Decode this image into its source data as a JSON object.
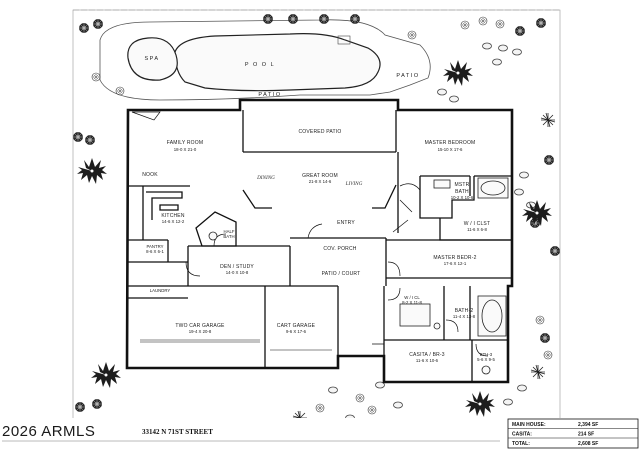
{
  "pool_area": {
    "spa": "SPA",
    "pool": "P O O L",
    "patio_left": "PATIO",
    "patio_right": "PATIO"
  },
  "rooms": {
    "family_room": {
      "name": "FAMILY ROOM",
      "dims": "18-0 X 21-0"
    },
    "covered_patio": {
      "name": "COVERED PATIO"
    },
    "master_bedroom": {
      "name": "MASTER BEDROOM",
      "dims": "15-10 X 17-6"
    },
    "nook": {
      "name": "NOOK"
    },
    "dining": {
      "name": "DINING"
    },
    "great_room": {
      "name": "GREAT ROOM",
      "dims": "21-8 X 14-6"
    },
    "living": {
      "name": "LIVING"
    },
    "mstr_bath": {
      "name": "MSTR",
      "name2": "BATH",
      "dims": "10-2 X 10-6"
    },
    "kitchen": {
      "name": "KITCHEN",
      "dims": "14-6 X 12-2"
    },
    "entry": {
      "name": "ENTRY"
    },
    "wi_clst": {
      "name": "W / I CLST",
      "dims": "11-6 X 6-8"
    },
    "half_bath": {
      "name": "HALF",
      "name2": "BATH"
    },
    "pantry": {
      "name": "PANTRY",
      "dims": "8-6 X 6-1"
    },
    "cov_porch": {
      "name": "COV. PORCH"
    },
    "master_bedr2": {
      "name": "MASTER BEDR-2",
      "dims": "17-6 X 12-1"
    },
    "den_study": {
      "name": "DEN / STUDY",
      "dims": "14-0 X 10-8"
    },
    "patio_court": {
      "name": "PATIO / COURT"
    },
    "laundry": {
      "name": "LAUNDRY"
    },
    "wi_cl2": {
      "name": "W / I CL",
      "dims": "8-2 X 11-8"
    },
    "bath2": {
      "name": "BATH-2",
      "dims": "11-4 X 13-8"
    },
    "two_car_garage": {
      "name": "TWO CAR GARAGE",
      "dims": "19-4 X 20-8"
    },
    "cart_garage": {
      "name": "CART GARAGE",
      "dims": "9-6 X 17-6"
    },
    "casita": {
      "name": "CASITA / BR-3",
      "dims": "11-6 X 10-6"
    },
    "bth3": {
      "name": "BTH-3",
      "dims": "5-6 X 9-5"
    }
  },
  "address": "33142 N 71ST STREET",
  "watermark": "2026 ARMLS",
  "area_summary": [
    {
      "label": "MAIN HOUSE:",
      "value": "2,394 SF"
    },
    {
      "label": "CASITA:",
      "value": "214 SF"
    },
    {
      "label": "TOTAL:",
      "value": "2,608 SF"
    }
  ]
}
